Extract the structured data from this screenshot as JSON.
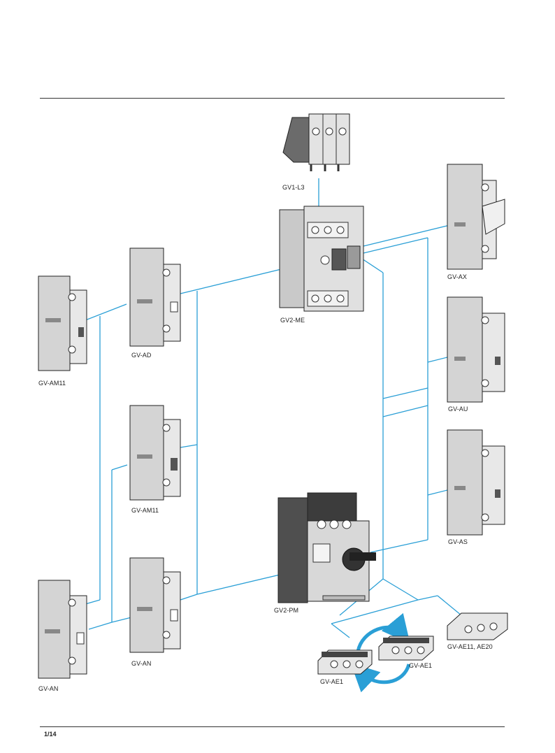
{
  "header": {
    "rule": true
  },
  "labels": {
    "gv1_l3": "GV1-L3",
    "gv2_me": "GV2-ME",
    "gv_ax": "GV-AX",
    "gv_ad": "GV-AD",
    "gv_am11_left": "GV-AM11",
    "gv_au": "GV-AU",
    "gv_am11_mid": "GV-AM11",
    "gv_as": "GV-AS",
    "gv2_pm": "GV2-PM",
    "gv_an_mid": "GV-AN",
    "gv_an_left": "GV-AN",
    "gv_ae11_ae20": "GV-AE11, AE20",
    "gv_ae1_right": "GV-AE1",
    "gv_ae1_left": "GV-AE1"
  },
  "footer": {
    "page_number": "1/14"
  },
  "colors": {
    "connector": "#2a9fd6",
    "device_light": "#d9d9d9",
    "device_dark": "#4a4a4a"
  }
}
